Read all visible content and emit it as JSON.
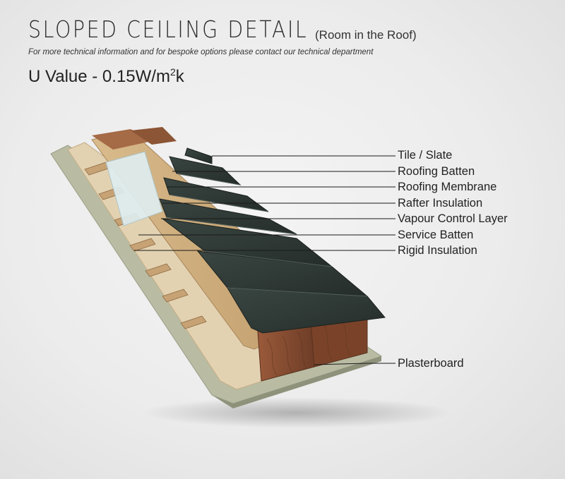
{
  "header": {
    "title": "SLOPED CEILING DETAIL",
    "title_suffix": "(Room in the Roof)",
    "note": "For more technical information and for bespoke  options please contact our technical department",
    "u_value_prefix": "U Value - 0.15W/m",
    "u_value_sup": "2",
    "u_value_suffix": "k"
  },
  "layers": [
    {
      "label": "Tile / Slate"
    },
    {
      "label": "Roofing Batten"
    },
    {
      "label": "Roofing Membrane"
    },
    {
      "label": "Rafter Insulation"
    },
    {
      "label": "Vapour Control Layer"
    },
    {
      "label": "Service Batten"
    },
    {
      "label": "Rigid Insulation"
    },
    {
      "label": "Plasterboard"
    }
  ],
  "colors": {
    "slate": "#2f3a36",
    "timber": "#c9a678",
    "rafter": "#8a4f33",
    "plasterboard": "#b8bba2",
    "leader": "#1a1a1a"
  }
}
